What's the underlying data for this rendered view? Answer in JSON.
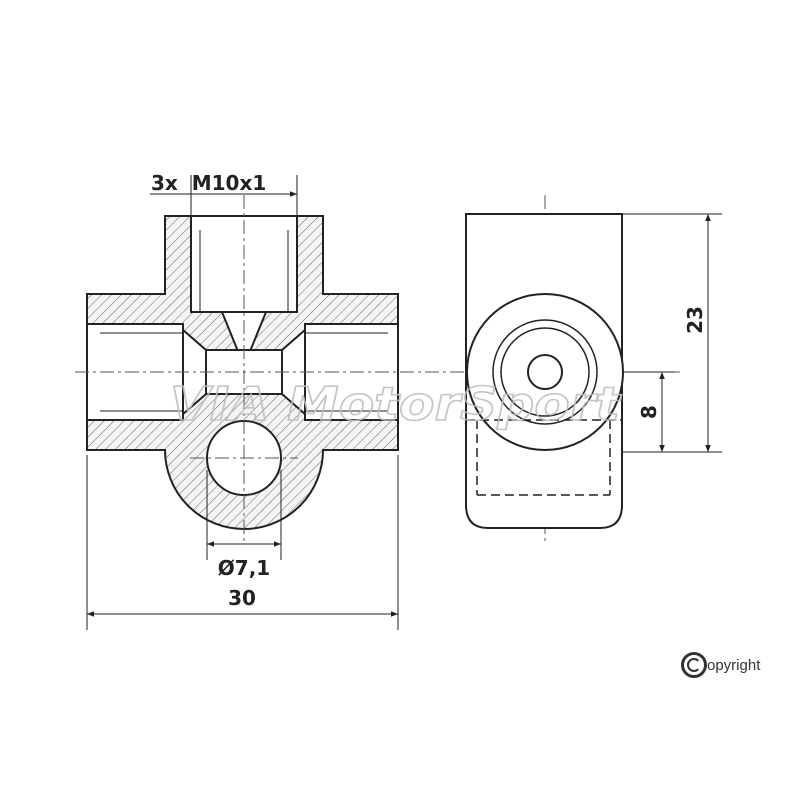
{
  "drawing": {
    "thread_label": "3x  M10x1",
    "hole_diameter_label": "Ø7,1",
    "width_label": "30",
    "height_label": "23",
    "offset_label": "8"
  },
  "watermark": {
    "text": "VIA MotorSport"
  },
  "copyright": {
    "text": "opyright",
    "icon": "copyright-icon"
  },
  "colors": {
    "line": "#222222",
    "body_fill": "#f4f4f4",
    "hatch": "#555555",
    "watermark": "#cfcfcf"
  }
}
